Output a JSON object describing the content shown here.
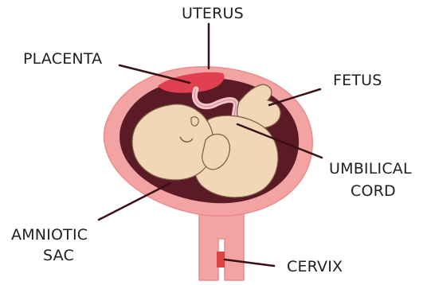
{
  "labels": {
    "uterus": "UTERUS",
    "placenta": "PLACENTA",
    "fetus": "FETUS",
    "umbilical_cord_line1": "UMBILICAL",
    "umbilical_cord_line2": "CORD",
    "amniotic_sac_line1": "AMNIOTIC",
    "amniotic_sac_line2": "SAC",
    "cervix": "CERVIX"
  },
  "colors": {
    "uterus_wall": "#f4a3a3",
    "uterus_outline": "#e88c8c",
    "amniotic_cavity": "#5a1a26",
    "placenta": "#e04050",
    "fetus_skin": "#f2d7b6",
    "fetus_outline": "#7a5a45",
    "umbilical_cord": "#f4c4c8",
    "cervix_mark": "#d8443f",
    "leader_line": "#3a1016",
    "label_text": "#1f1f1f"
  }
}
